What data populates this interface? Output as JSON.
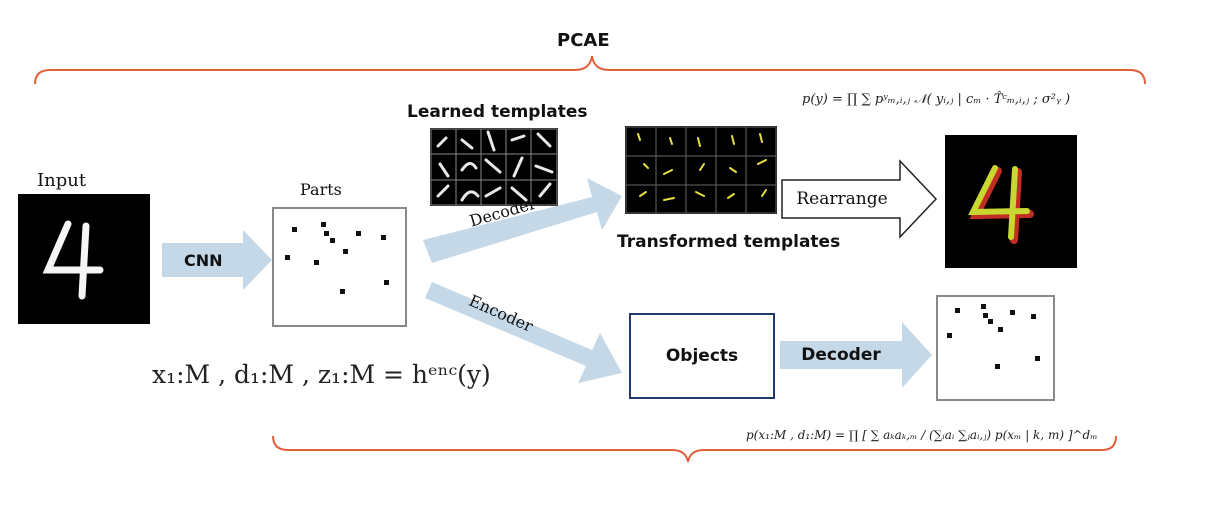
{
  "top_title": "PCAE",
  "labels": {
    "input": "Input",
    "parts": "Parts",
    "learned_templates": "Learned templates",
    "transformed_templates": "Transformed templates",
    "cnn": "CNN",
    "decoder_upper": "Decoder",
    "encoder": "Encoder",
    "rearrange": "Rearrange",
    "objects": "Objects",
    "decoder_lower": "Decoder"
  },
  "formulas": {
    "top": "p(y) = ∏ ∑ pʸₘ,ᵢ,ⱼ 𝒩( yᵢ,ⱼ | cₘ · T̂ᶜₘ,ᵢ,ⱼ ; σ²ᵧ )",
    "encoder": "x₁:M , d₁:M , z₁:M = hᵉⁿᶜ(y)",
    "bottom": "p(x₁:M , d₁:M) = ∏ [ ∑ aₖaₖ,ₘ / (∑ᵢaᵢ ∑ⱼaᵢ,ⱼ) p(xₘ | k, m) ]^dₘ"
  },
  "input_digit": "4",
  "output_digit": "4",
  "colors": {
    "brace": "#e0603c",
    "arrow": "#c5d8e8",
    "objects_border": "#1f3b6e",
    "template_glyph": "#e8e040"
  }
}
